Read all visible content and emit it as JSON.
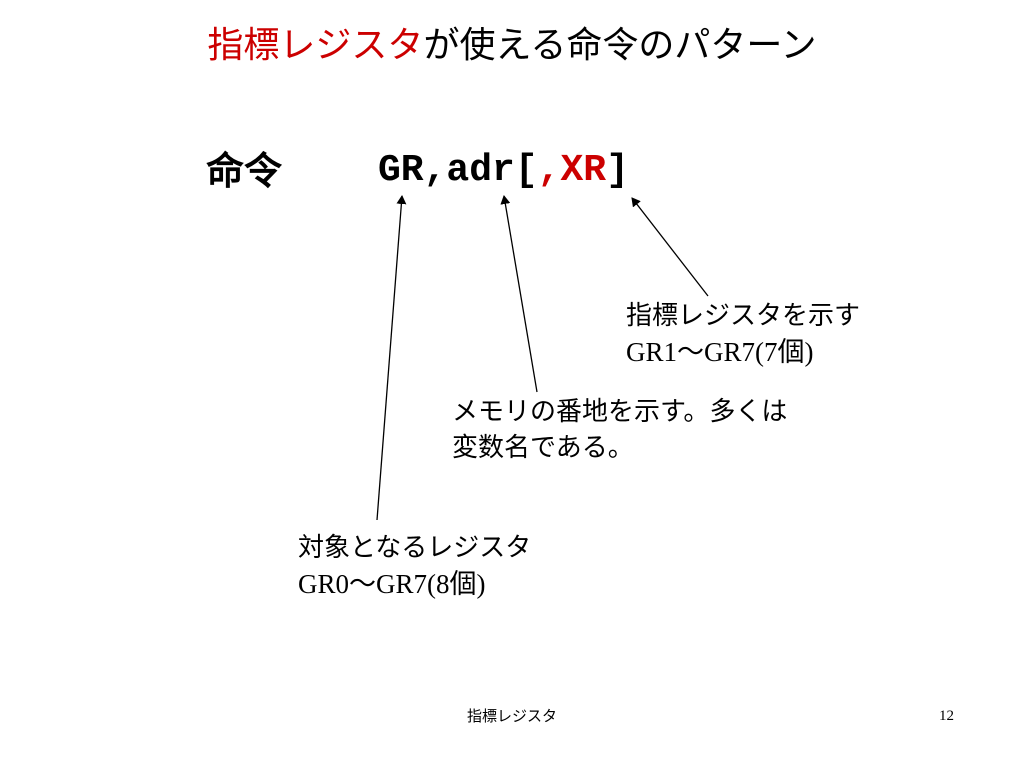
{
  "slide": {
    "title_accent": "指標レジスタ",
    "title_rest": "が使える命令のパターン",
    "instruction": "命令",
    "operands": {
      "gr": "GR,adr[",
      "xr": ",XR",
      "close": "]"
    },
    "notes": {
      "xr_line1": "指標レジスタを示す",
      "xr_line2": "GR1～GR7(7個)",
      "adr_line1": "メモリの番地を示す。多くは",
      "adr_line2": "変数名である。",
      "gr_line1": "対象となるレジスタ",
      "gr_line2": "GR0～GR7(8個)"
    },
    "footer_title": "指標レジスタ",
    "page_number": "12"
  },
  "colors": {
    "accent": "#cc0000",
    "text": "#000000",
    "background": "#ffffff"
  }
}
